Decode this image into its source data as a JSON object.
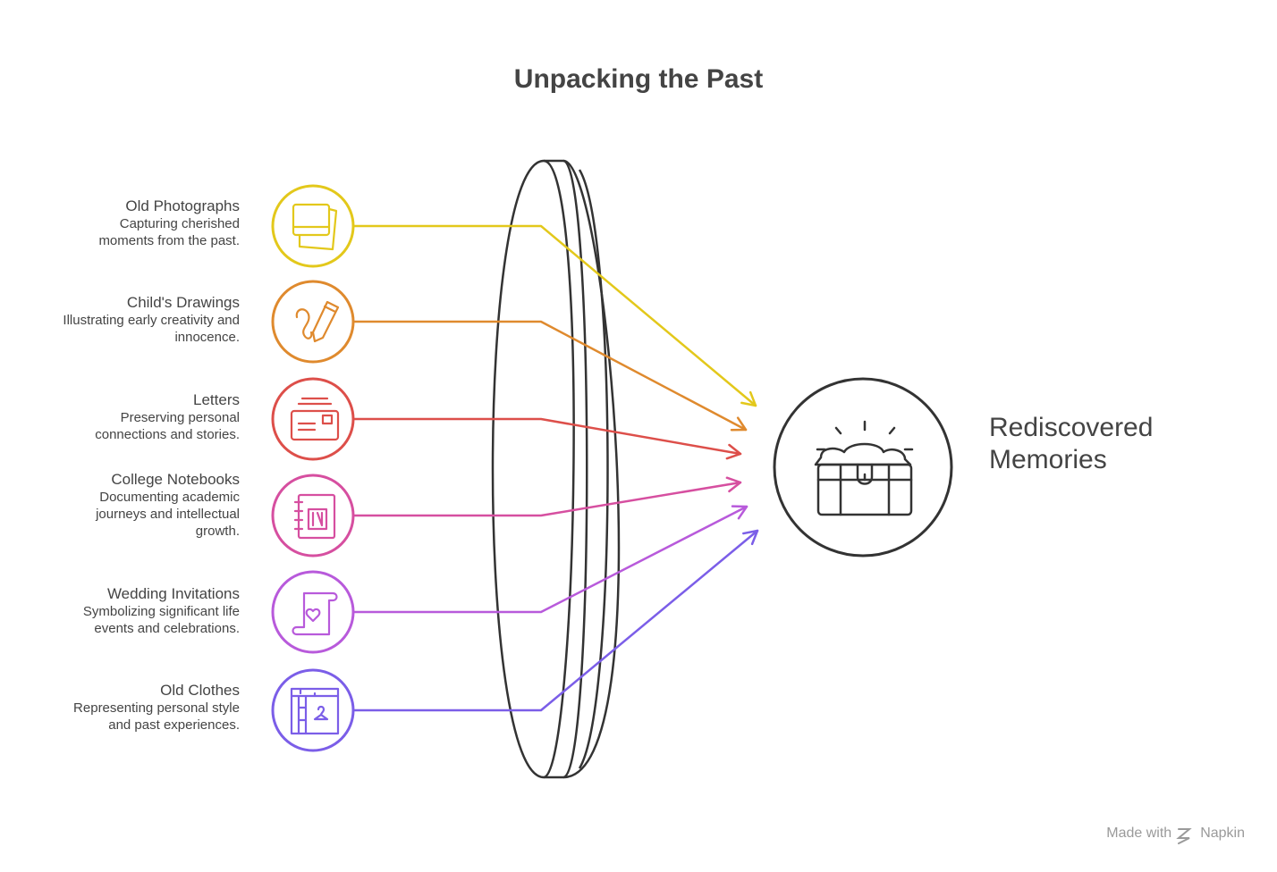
{
  "title": "Unpacking the Past",
  "items": [
    {
      "title": "Old Photographs",
      "desc_lines": [
        "Capturing cherished",
        "moments from the past."
      ],
      "color": "#E3C81B",
      "icon": "photographs-icon"
    },
    {
      "title": "Child's Drawings",
      "desc_lines": [
        "Illustrating early creativity and",
        "innocence."
      ],
      "color": "#DF8A2E",
      "icon": "crayon-drawing-icon"
    },
    {
      "title": "Letters",
      "desc_lines": [
        "Preserving personal",
        "connections and stories."
      ],
      "color": "#DD4F4A",
      "icon": "letter-envelope-icon"
    },
    {
      "title": "College Notebooks",
      "desc_lines": [
        "Documenting academic",
        "journeys and intellectual",
        "growth."
      ],
      "color": "#D64FA0",
      "icon": "notebook-icon"
    },
    {
      "title": "Wedding Invitations",
      "desc_lines": [
        "Symbolizing significant life",
        "events and celebrations."
      ],
      "color": "#B85ADB",
      "icon": "invitation-scroll-icon"
    },
    {
      "title": "Old Clothes",
      "desc_lines": [
        "Representing personal style",
        "and past experiences."
      ],
      "color": "#7B5EE8",
      "icon": "wardrobe-icon"
    }
  ],
  "result": {
    "lines": [
      "Rediscovered",
      "Memories"
    ],
    "icon": "treasure-chest-icon"
  },
  "footer": {
    "made_with": "Made with",
    "brand": "Napkin"
  }
}
